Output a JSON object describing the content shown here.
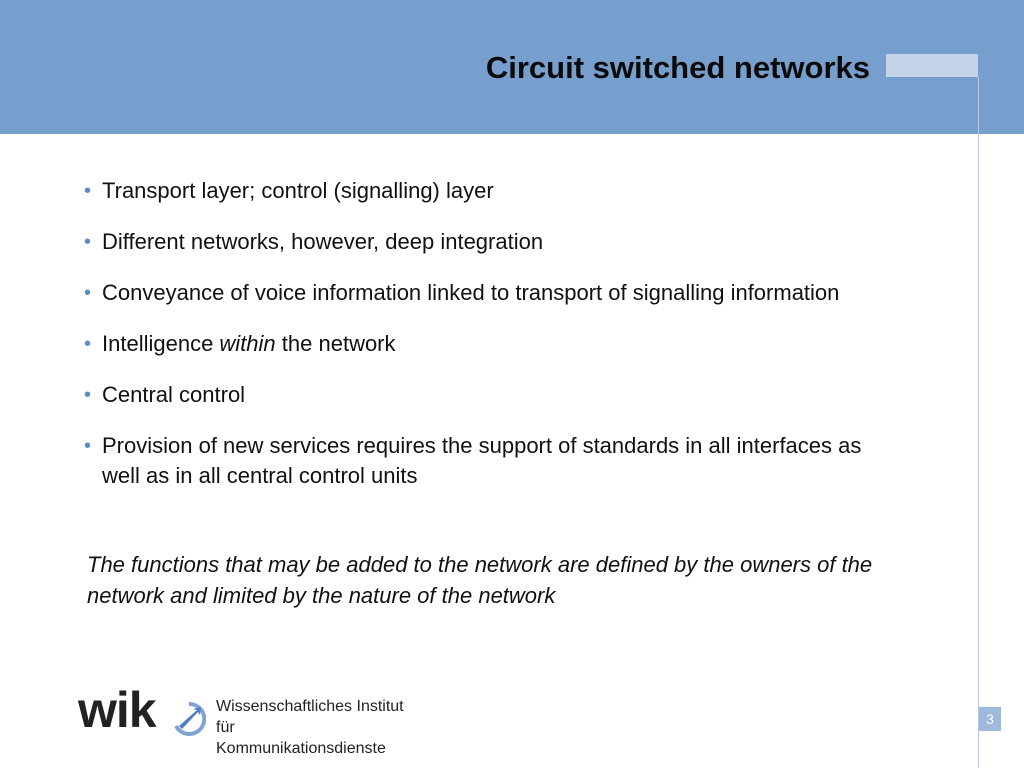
{
  "slide": {
    "title": "Circuit switched networks",
    "bullets": [
      {
        "text": "Transport layer; control (signalling) layer"
      },
      {
        "text": "Different networks, however, deep integration"
      },
      {
        "text": "Conveyance of voice information linked to transport of signalling information"
      },
      {
        "text_before": "Intelligence ",
        "emphasis": "within",
        "text_after": " the network"
      },
      {
        "text": "Central control"
      },
      {
        "text": "Provision of new services requires the support of standards in all interfaces as well as in all central control units"
      }
    ],
    "bullet_marker": "•",
    "note": "The functions that may be added to the network are defined by the owners of the network and limited by the nature of the network"
  },
  "footer": {
    "logo_word": "wik",
    "logo_line1": "Wissenschaftliches Institut",
    "logo_line2": "für Kommunikationsdienste",
    "logo_icon": "arrow-mark-icon",
    "page_number": "3"
  },
  "colors": {
    "header_band": "#779fce",
    "accent": "#5b8bc9",
    "page_badge": "#9fb8de"
  }
}
